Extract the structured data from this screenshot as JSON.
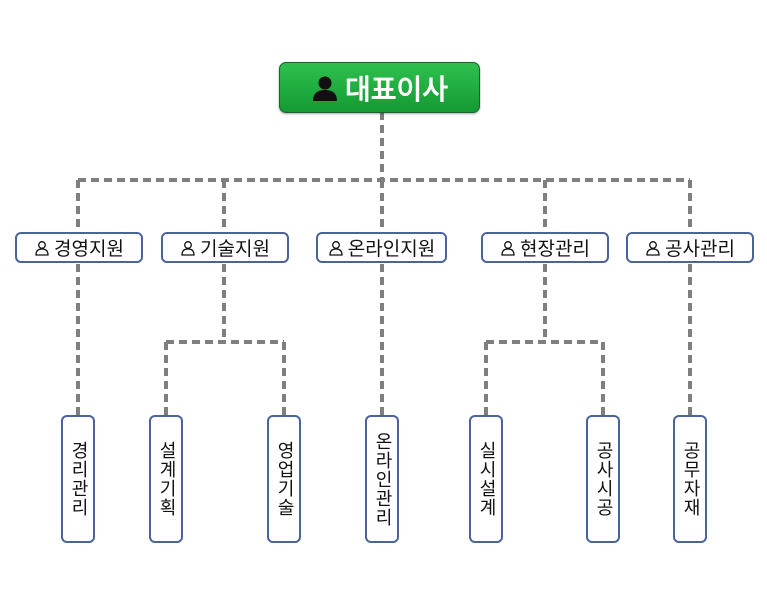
{
  "ceo": {
    "label": "대표이사",
    "icon": "person-icon",
    "color": "#22b14c"
  },
  "departments": [
    {
      "label": "경영지원",
      "icon": "person-outline-icon"
    },
    {
      "label": "기술지원",
      "icon": "person-outline-icon"
    },
    {
      "label": "온라인지원",
      "icon": "person-outline-icon"
    },
    {
      "label": "현장관리",
      "icon": "person-outline-icon"
    },
    {
      "label": "공사관리",
      "icon": "person-outline-icon"
    }
  ],
  "teams": [
    {
      "label": "경리관리"
    },
    {
      "label": "설계기획"
    },
    {
      "label": "영업기술"
    },
    {
      "label": "온라인관리"
    },
    {
      "label": "실시설계"
    },
    {
      "label": "공사시공"
    },
    {
      "label": "공무자재"
    }
  ],
  "colors": {
    "border": "#4a639a",
    "connector": "#7f7f7f"
  }
}
